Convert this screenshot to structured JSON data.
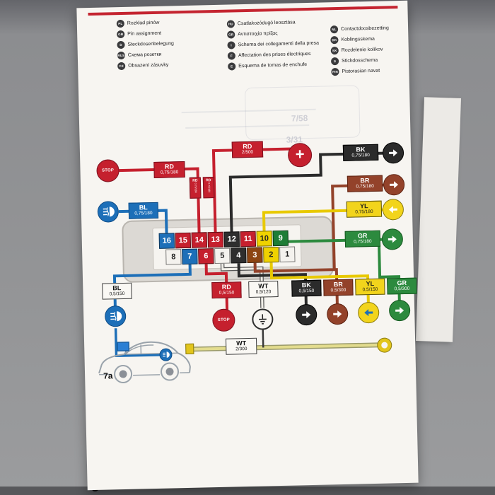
{
  "page": {
    "legend": {
      "columns": [
        {
          "items": [
            {
              "code": "PL",
              "label": "Rozkład pinów"
            },
            {
              "code": "GB",
              "label": "Pin assignment"
            },
            {
              "code": "D",
              "label": "Steckdosenbelegung"
            },
            {
              "code": "RUS",
              "label": "Схема розетки"
            },
            {
              "code": "CZ",
              "label": "Obsazení zásuvky"
            }
          ]
        },
        {
          "items": [
            {
              "code": "HU",
              "label": "Csatlakozódugó leosztása"
            },
            {
              "code": "GR",
              "label": "Αντιστοιχία πρίζας"
            },
            {
              "code": "I",
              "label": "Schema dei collegamenti della presa"
            },
            {
              "code": "F",
              "label": "Affectation des prises électriques"
            },
            {
              "code": "E",
              "label": "Esquema de tomas de enchufe"
            }
          ]
        },
        {
          "items": [
            {
              "code": "NL",
              "label": "Contactdoosbezetting"
            },
            {
              "code": "DK",
              "label": "Koblingsskema"
            },
            {
              "code": "SK",
              "label": "Rozdelenie kolíkov"
            },
            {
              "code": "S",
              "label": "Stickdosschema"
            },
            {
              "code": "FIN",
              "label": "Pistorasian navat"
            }
          ]
        }
      ]
    },
    "ghost": {
      "t1": "7/58",
      "t2": "3/31"
    },
    "diagram": {
      "stop_text": "STOP",
      "plus_text": "+",
      "car_ref": "7a",
      "pins_top": [
        "16",
        "15",
        "14",
        "13",
        "12",
        "11",
        "10",
        "9"
      ],
      "pins_bottom": [
        "8",
        "7",
        "6",
        "5",
        "4",
        "3",
        "2",
        "1"
      ],
      "labels": {
        "rd_075_left": {
          "code": "RD",
          "spec": "0,75/180"
        },
        "rd_2_500": {
          "code": "RD",
          "spec": "2/500"
        },
        "rd_075_v1": {
          "code": "RD",
          "spec": "0,75/180"
        },
        "rd_075_v2": {
          "code": "RD",
          "spec": "0,75/180"
        },
        "bl_075": {
          "code": "BL",
          "spec": "0,75/180"
        },
        "bk_075": {
          "code": "BK",
          "spec": "0,75/180"
        },
        "br_075": {
          "code": "BR",
          "spec": "0,75/180"
        },
        "yl_075": {
          "code": "YL",
          "spec": "0,75/180"
        },
        "gr_075": {
          "code": "GR",
          "spec": "0,75/180"
        },
        "bl_05_150": {
          "code": "BL",
          "spec": "0,5/150"
        },
        "rd_05_150": {
          "code": "RD",
          "spec": "0,5/150"
        },
        "wt_05_120": {
          "code": "WT",
          "spec": "0,5/120"
        },
        "bk_05_150": {
          "code": "BK",
          "spec": "0,5/150"
        },
        "br_05_300": {
          "code": "BR",
          "spec": "0,5/300"
        },
        "yl_05_150": {
          "code": "YL",
          "spec": "0,5/150"
        },
        "gr_05_300": {
          "code": "GR",
          "spec": "0,5/300"
        },
        "wt_2_300": {
          "code": "WT",
          "spec": "2/300"
        }
      },
      "colors": {
        "red": "#c5202e",
        "blue": "#1d6fb8",
        "black": "#2b2b2b",
        "brown": "#93422a",
        "yellow": "#f2d41c",
        "green": "#2c8a3e",
        "white": "#faf8f4",
        "page": "#f7f5f1",
        "rule": "#c42430"
      }
    }
  }
}
